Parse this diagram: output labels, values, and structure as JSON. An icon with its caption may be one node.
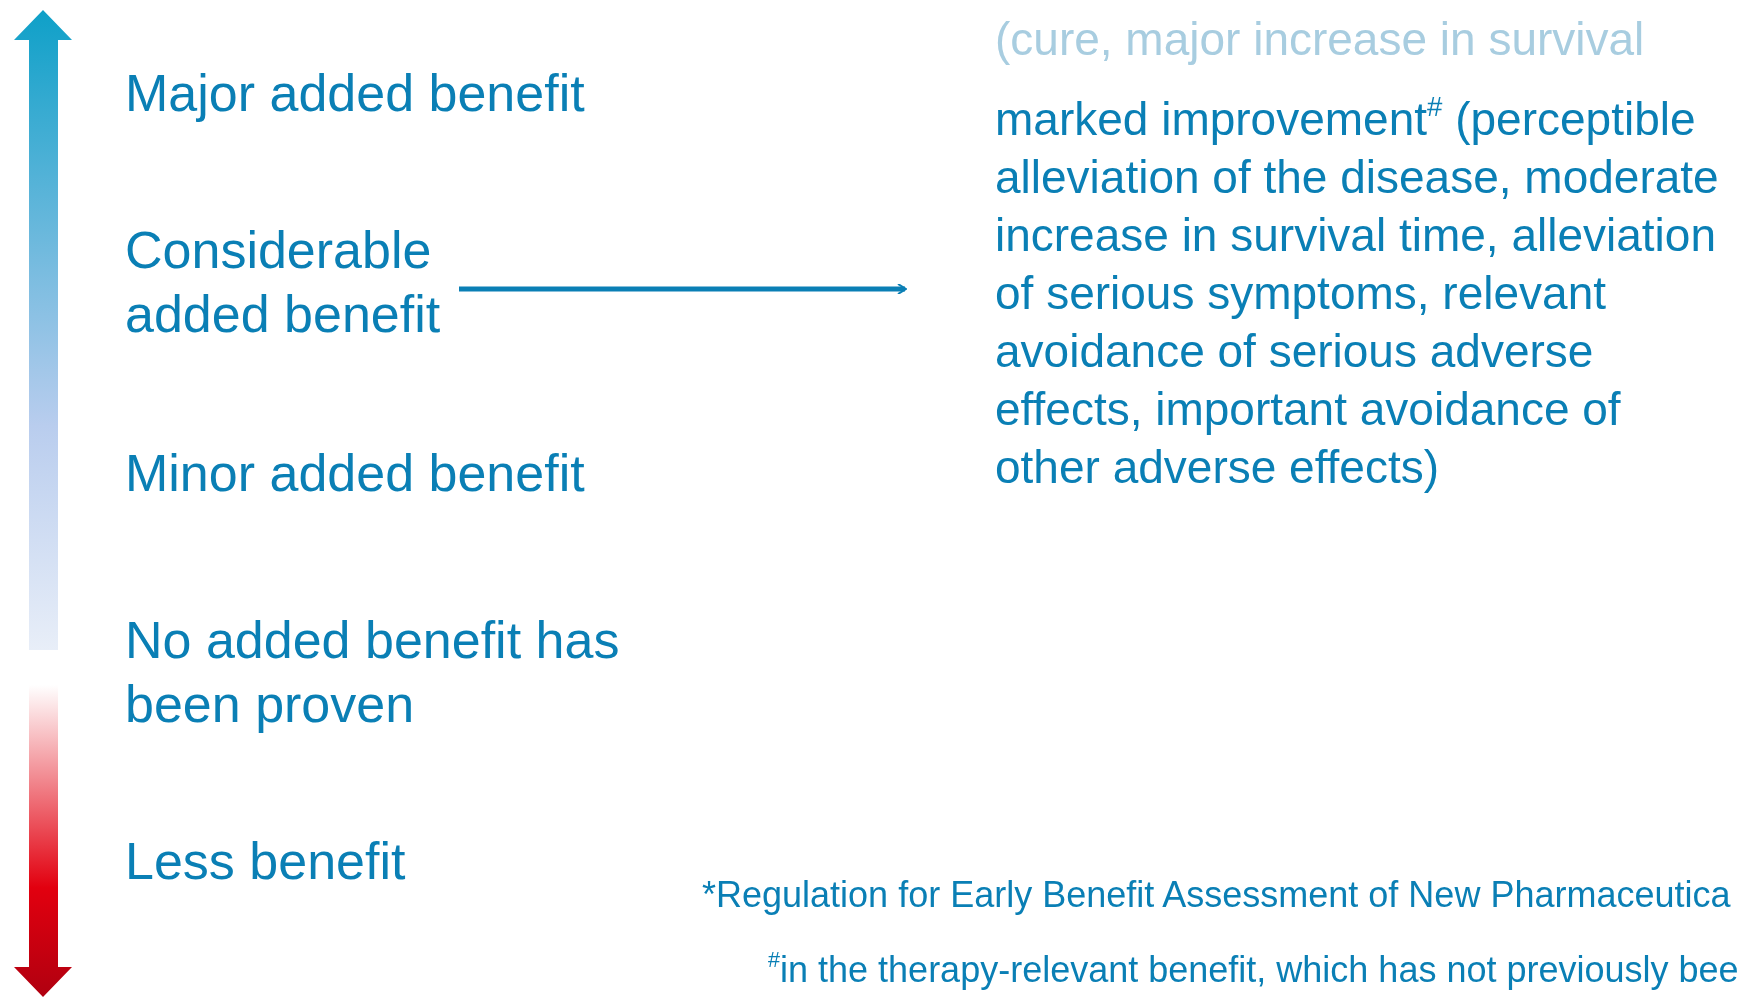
{
  "diagram": {
    "nodes": [
      {
        "text": [
          "Considerable added benefit"
        ]
      },
      {
        "text": [
          "marked improvement$^{#}$ (perceptible alleviation of the disease, moderate increase in survival time, alleviation of serious symptoms, relevant avoidance of serious adverse effects, important avoidance of other adverse effects)"
        ]
      }
    ],
    "edges": [
      {
        "from": 0,
        "to": 1,
        "arrow": "to"
      }
    ],
    "labels": [
      "(cure, major increase in survival",
      "Major added benefit",
      "Minor added benefit",
      "No added benefit has been proven",
      "Less benefit",
      "*Regulation for Early Benefit Assessment of New Pharmaceutica",
      "$^{#}$in the therapy-relevant benefit, which has not previously bee"
    ]
  }
}
